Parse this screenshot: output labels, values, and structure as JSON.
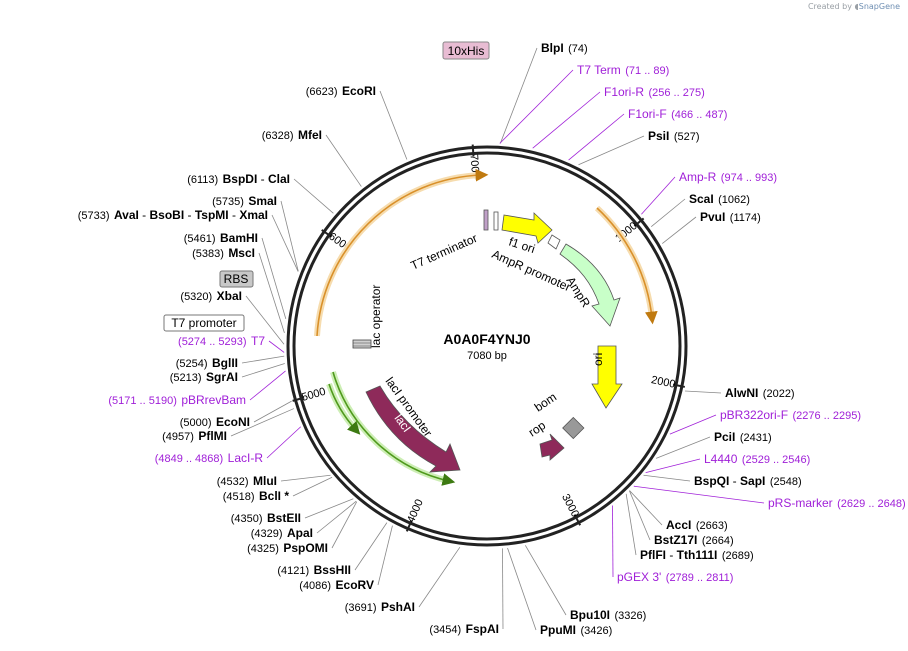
{
  "credit": {
    "prefix": "Created by",
    "brand": "SnapGene"
  },
  "plasmid": {
    "name": "A0A0F4YNJ0",
    "length_label": "7080 bp",
    "length": 7080
  },
  "colors": {
    "backbone": "#222222",
    "primer": "#a020d8",
    "orf_orange": "#e8a33a",
    "orf_green": "#69b036",
    "lacI": "#8e2a5a",
    "ori": "#f5f500",
    "AmpR": "#c8ffc8",
    "f1ori": "#ffff00",
    "bom": "#999999",
    "rop": "#8e2a5a"
  },
  "ticks": [
    "1000",
    "2000",
    "3000",
    "4000",
    "5000",
    "6000",
    "7000"
  ],
  "features": {
    "t7_terminator": "T7 terminator",
    "f1_ori": "f1 ori",
    "ampr_promoter": "AmpR promoter",
    "ampr": "AmpR",
    "ori": "ori",
    "bom": "bom",
    "rop": "rop",
    "lacI": "lacI",
    "lacI_promoter": "lacI promoter",
    "lac_operator": "lac operator"
  },
  "boxed_features": {
    "his": "10xHis",
    "rbs": "RBS",
    "t7_promoter": "T7 promoter"
  },
  "right_labels": [
    {
      "kind": "site",
      "name": "BlpI",
      "pos": "(74)"
    },
    {
      "kind": "primer",
      "name": "T7 Term",
      "pos": "(71 .. 89)"
    },
    {
      "kind": "primer",
      "name": "F1ori-R",
      "pos": "(256 .. 275)"
    },
    {
      "kind": "primer",
      "name": "F1ori-F",
      "pos": "(466 .. 487)"
    },
    {
      "kind": "site",
      "name": "PsiI",
      "pos": "(527)"
    },
    {
      "kind": "primer",
      "name": "Amp-R",
      "pos": "(974 .. 993)"
    },
    {
      "kind": "site",
      "name": "ScaI",
      "pos": "(1062)"
    },
    {
      "kind": "site",
      "name": "PvuI",
      "pos": "(1174)"
    },
    {
      "kind": "site",
      "name": "AlwNI",
      "pos": "(2022)"
    },
    {
      "kind": "primer",
      "name": "pBR322ori-F",
      "pos": "(2276 .. 2295)"
    },
    {
      "kind": "site",
      "name": "PciI",
      "pos": "(2431)"
    },
    {
      "kind": "primer",
      "name": "L4440",
      "pos": "(2529 .. 2546)"
    },
    {
      "kind": "site",
      "name": "BspQI",
      "name2": "SapI",
      "pos": "(2548)"
    },
    {
      "kind": "primer",
      "name": "pRS-marker",
      "pos": "(2629 .. 2648)"
    },
    {
      "kind": "site",
      "name": "AccI",
      "pos": "(2663)"
    },
    {
      "kind": "site",
      "name": "BstZ17I",
      "pos": "(2664)"
    },
    {
      "kind": "site",
      "name": "PflFI",
      "name2": "Tth111I",
      "pos": "(2689)"
    },
    {
      "kind": "primer",
      "name": "pGEX 3'",
      "pos": "(2789 .. 2811)"
    },
    {
      "kind": "site",
      "name": "Bpu10I",
      "pos": "(3326)"
    },
    {
      "kind": "site",
      "name": "PpuMI",
      "pos": "(3426)"
    }
  ],
  "left_labels": [
    {
      "kind": "site",
      "name": "EcoRI",
      "pos": "(6623)"
    },
    {
      "kind": "site",
      "name": "MfeI",
      "pos": "(6328)"
    },
    {
      "kind": "site",
      "name": "BspDI",
      "name2": "ClaI",
      "pos": "(6113)"
    },
    {
      "kind": "site",
      "name": "SmaI",
      "pos": "(5735)"
    },
    {
      "kind": "site",
      "name": "AvaI",
      "name2": "BsoBI",
      "name3": "TspMI",
      "name4": "XmaI",
      "pos": "(5733)"
    },
    {
      "kind": "site",
      "name": "BamHI",
      "pos": "(5461)"
    },
    {
      "kind": "site",
      "name": "MscI",
      "pos": "(5383)"
    },
    {
      "kind": "site",
      "name": "XbaI",
      "pos": "(5320)"
    },
    {
      "kind": "primer",
      "name": "T7",
      "pos": "(5274 .. 5293)"
    },
    {
      "kind": "site",
      "name": "BglII",
      "pos": "(5254)"
    },
    {
      "kind": "site",
      "name": "SgrAI",
      "pos": "(5213)"
    },
    {
      "kind": "primer",
      "name": "pBRrevBam",
      "pos": "(5171 .. 5190)"
    },
    {
      "kind": "site",
      "name": "EcoNI",
      "pos": "(5000)"
    },
    {
      "kind": "site",
      "name": "PflMI",
      "pos": "(4957)"
    },
    {
      "kind": "primer",
      "name": "LacI-R",
      "pos": "(4849 .. 4868)"
    },
    {
      "kind": "site",
      "name": "MluI",
      "pos": "(4532)"
    },
    {
      "kind": "site",
      "name": "BclI *",
      "pos": "(4518)"
    },
    {
      "kind": "site",
      "name": "BstEII",
      "pos": "(4350)"
    },
    {
      "kind": "site",
      "name": "ApaI",
      "pos": "(4329)"
    },
    {
      "kind": "site",
      "name": "PspOMI",
      "pos": "(4325)"
    },
    {
      "kind": "site",
      "name": "BssHII",
      "pos": "(4121)"
    },
    {
      "kind": "site",
      "name": "EcoRV",
      "pos": "(4086)"
    },
    {
      "kind": "site",
      "name": "PshAI",
      "pos": "(3691)"
    },
    {
      "kind": "site",
      "name": "FspAI",
      "pos": "(3454)"
    }
  ]
}
